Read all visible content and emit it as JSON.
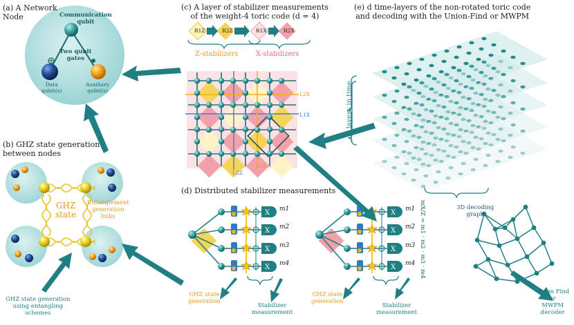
{
  "panels": {
    "a": {
      "title": "(a) A Network\nNode",
      "comm_qubit": "Communication\nqubit",
      "two_qubit_gates": "Two qubit\ngates",
      "data_qubits": "Data\nqubit(s)",
      "aux_qubits": "Auxiliary\nqubit(s)"
    },
    "b": {
      "title": "(b) GHZ state generation\nbetween nodes",
      "ghz": "GHZ\nstate",
      "ent_links": "Entanglement\ngeneration\nlinks",
      "caption": "GHZ state generation\nusing entangling\nschemes"
    },
    "c": {
      "title": "(c) A layer of stabilizer measurements\nof the weight-4 toric code (d = 4)",
      "z_stab": "Z-stabilizers",
      "x_stab": "X-stabilizers",
      "seq": [
        "R1Z",
        "R2Z",
        "R1X",
        "R2X"
      ],
      "logicals": [
        "L2X",
        "L1X",
        "L2Z",
        "L1Z"
      ]
    },
    "d": {
      "title": "(d) Distributed stabilizer measurements",
      "m_labels": [
        "m1",
        "m2",
        "m3",
        "m4"
      ],
      "x_gate": "X",
      "ghz_gen": "GHZ state\ngeneration",
      "stab_meas": "Stabilizer\nmeasurement",
      "formula": "mX/Z = m1 · m2 · m3 · m4"
    },
    "e": {
      "title": "(e) d time-layers of the non-rotated toric code\nand decoding with the Union-Find or MWPM",
      "time_axis": "d layers in time",
      "decoding_graph": "3D decoding\ngraph",
      "decoder": "Union Find\nor\nMWPM\ndecoder"
    }
  },
  "colors": {
    "teal": "#1f7f83",
    "yellow": "#f3cc33",
    "orange": "#f0a020",
    "pink": "#ef8e9a",
    "navy": "#1a3a7a",
    "blue": "#2f7fd0"
  }
}
